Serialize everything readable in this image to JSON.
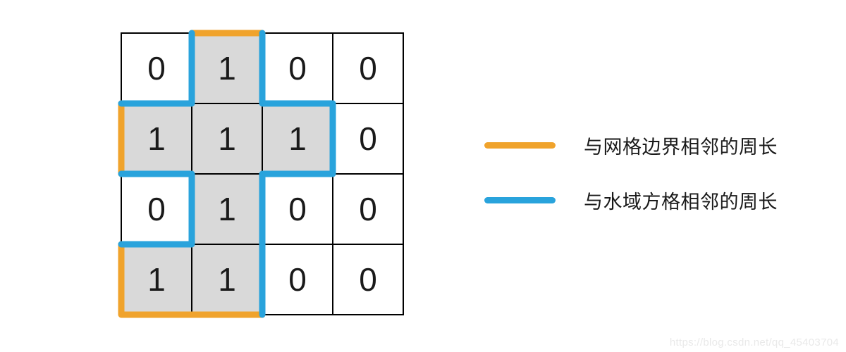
{
  "diagram": {
    "grid": {
      "rows": 4,
      "cols": 4,
      "values": [
        [
          0,
          1,
          0,
          0
        ],
        [
          1,
          1,
          1,
          0
        ],
        [
          0,
          1,
          0,
          0
        ],
        [
          1,
          1,
          0,
          0
        ]
      ],
      "land_fill": "#d9d9d9",
      "water_fill": "#ffffff",
      "line_color": "#000000",
      "number_color": "#1a1a1a"
    },
    "perimeter": {
      "boundary_color": "#f0a32c",
      "water_color": "#29a3dc",
      "boundary_paths": [
        [
          [
            1,
            0
          ],
          [
            2,
            0
          ]
        ],
        [
          [
            0,
            1
          ],
          [
            0,
            2
          ]
        ],
        [
          [
            0,
            3
          ],
          [
            0,
            4
          ],
          [
            2,
            4
          ]
        ]
      ],
      "water_paths": [
        [
          [
            1,
            0
          ],
          [
            1,
            1
          ],
          [
            0,
            1
          ]
        ],
        [
          [
            2,
            0
          ],
          [
            2,
            1
          ],
          [
            3,
            1
          ],
          [
            3,
            2
          ],
          [
            2,
            2
          ],
          [
            2,
            4
          ]
        ],
        [
          [
            0,
            2
          ],
          [
            1,
            2
          ],
          [
            1,
            3
          ],
          [
            0,
            3
          ]
        ]
      ]
    }
  },
  "legend": {
    "items": [
      {
        "color": "#f0a32c",
        "label": "与网格边界相邻的周长"
      },
      {
        "color": "#29a3dc",
        "label": "与水域方格相邻的周长"
      }
    ]
  },
  "watermark": "https://blog.csdn.net/qq_45403704"
}
